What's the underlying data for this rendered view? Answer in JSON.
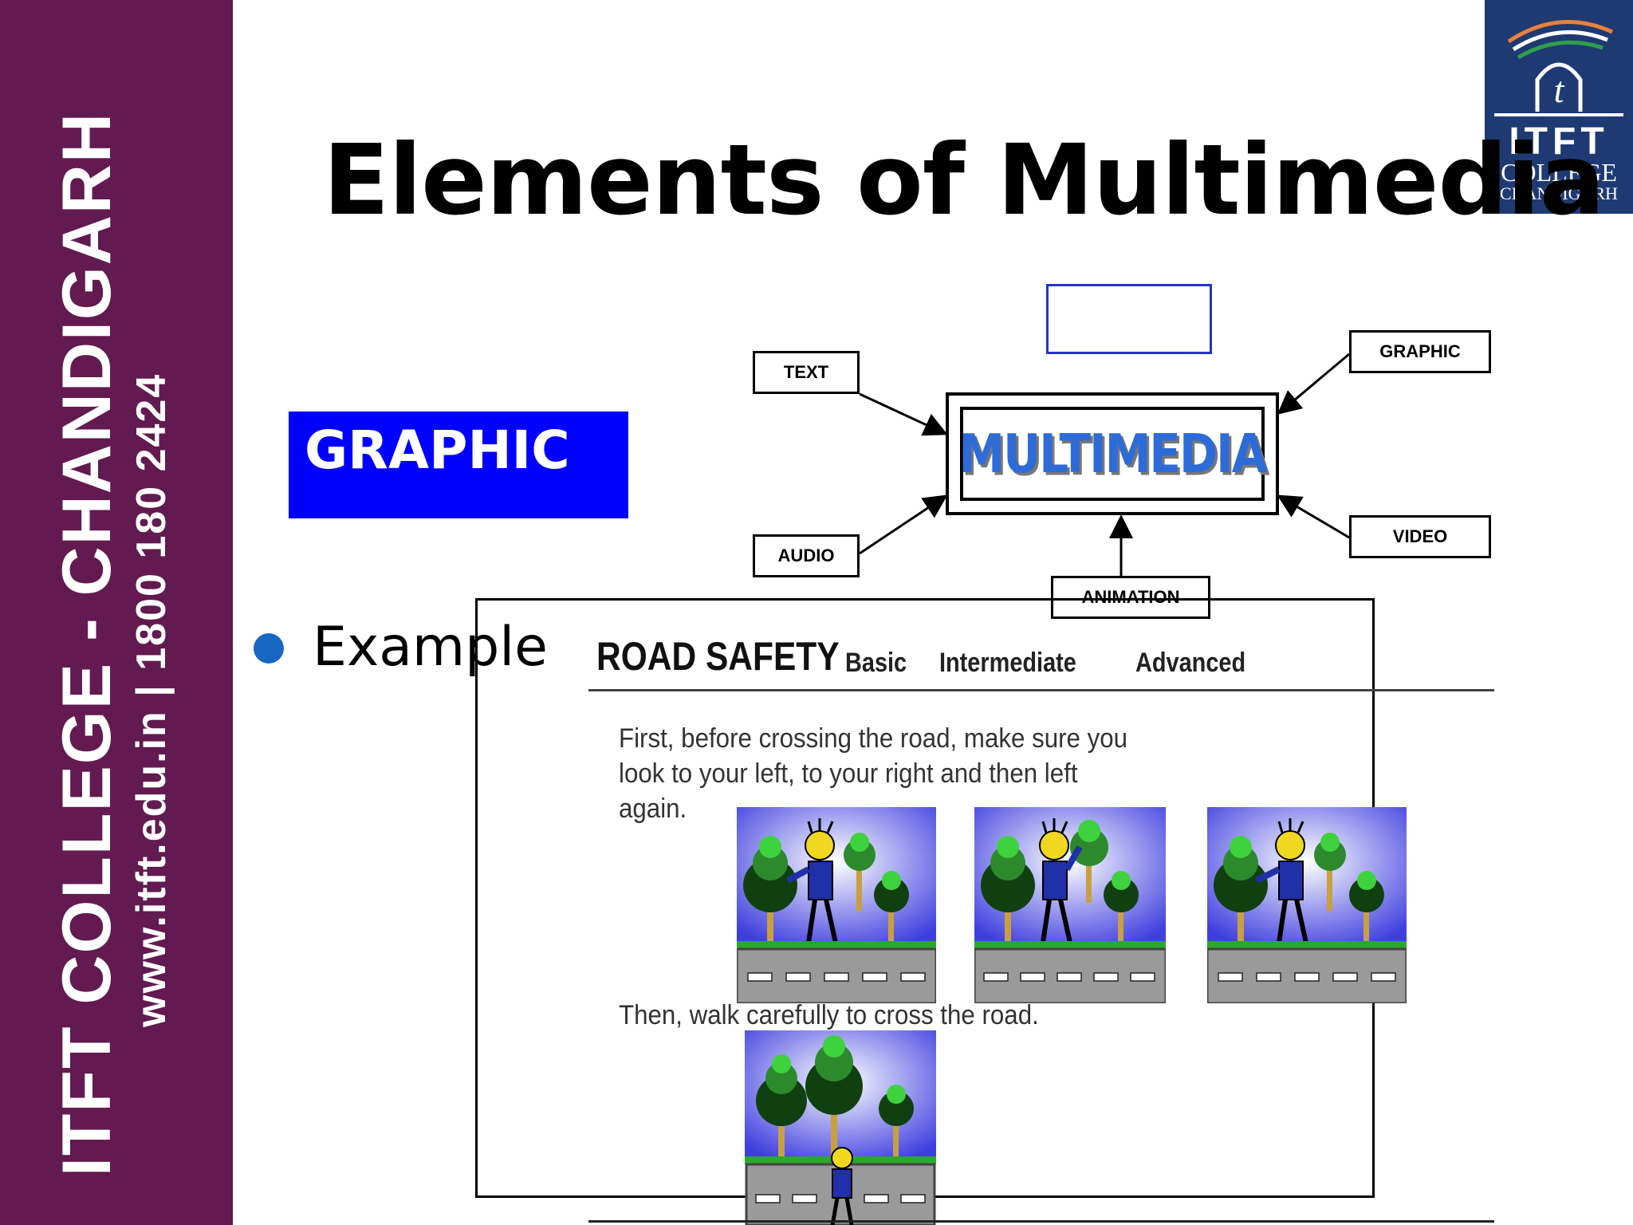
{
  "sidebar": {
    "college_name": "ITFT COLLEGE - CHANDIGARH",
    "contact": "www.itft.edu.in  | 1800 180 2424"
  },
  "logo": {
    "word": "ITFT",
    "line1": "COLLEGE",
    "line2": "CHANDIGARH"
  },
  "slide": {
    "title": "Elements of Multimedia",
    "highlight": "GRAPHIC",
    "bullet": "Example"
  },
  "diagram": {
    "center": "MULTIMEDIA",
    "text": "TEXT",
    "audio": "AUDIO",
    "graphic": "GRAPHIC",
    "video": "VIDEO",
    "animation": "ANIMATION"
  },
  "example": {
    "title": "ROAD SAFETY",
    "nav": [
      "Basic",
      "Intermediate",
      "Advanced"
    ],
    "paragraph1": "First, before crossing the road, make sure you look to your left, to your right and then left again.",
    "paragraph2": "Then, walk carefully to cross the road."
  },
  "colors": {
    "sidebar": "#621a50",
    "logo_bg": "#1f3a73",
    "highlight": "#0000ff",
    "bullet": "#1767c2",
    "multimedia_text": "#2d6bd8"
  }
}
